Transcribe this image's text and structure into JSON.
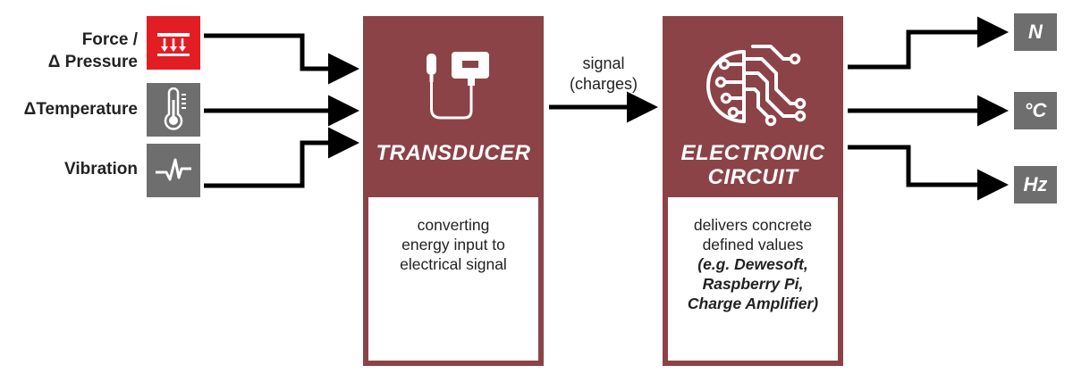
{
  "inputs": [
    {
      "label_line1": "Force /",
      "label_line2": "Δ Pressure",
      "icon": "pressure-icon",
      "color": "#e21d24"
    },
    {
      "label": "ΔTemperature",
      "icon": "thermometer-icon",
      "color": "#6e6e6e"
    },
    {
      "label": "Vibration",
      "icon": "vibration-wave-icon",
      "color": "#6e6e6e"
    }
  ],
  "transducer": {
    "title": "TRANSDUCER",
    "icon": "sensor-icon",
    "description": [
      "converting",
      "energy input to",
      "electrical signal"
    ]
  },
  "signal": {
    "line1": "signal",
    "line2": "(charges)"
  },
  "circuit": {
    "title_line1": "ELECTRONIC",
    "title_line2": "CIRCUIT",
    "icon": "circuit-icon",
    "description": [
      "delivers concrete",
      "defined values"
    ],
    "examples": [
      "(e.g. Dewesoft,",
      "Raspberry Pi,",
      "Charge Amplifier)"
    ]
  },
  "outputs": [
    "N",
    "°C",
    "Hz"
  ],
  "colors": {
    "block": "#8b4347",
    "accent": "#e21d24",
    "icon_gray": "#6e6e6e",
    "wire": "#000000"
  }
}
